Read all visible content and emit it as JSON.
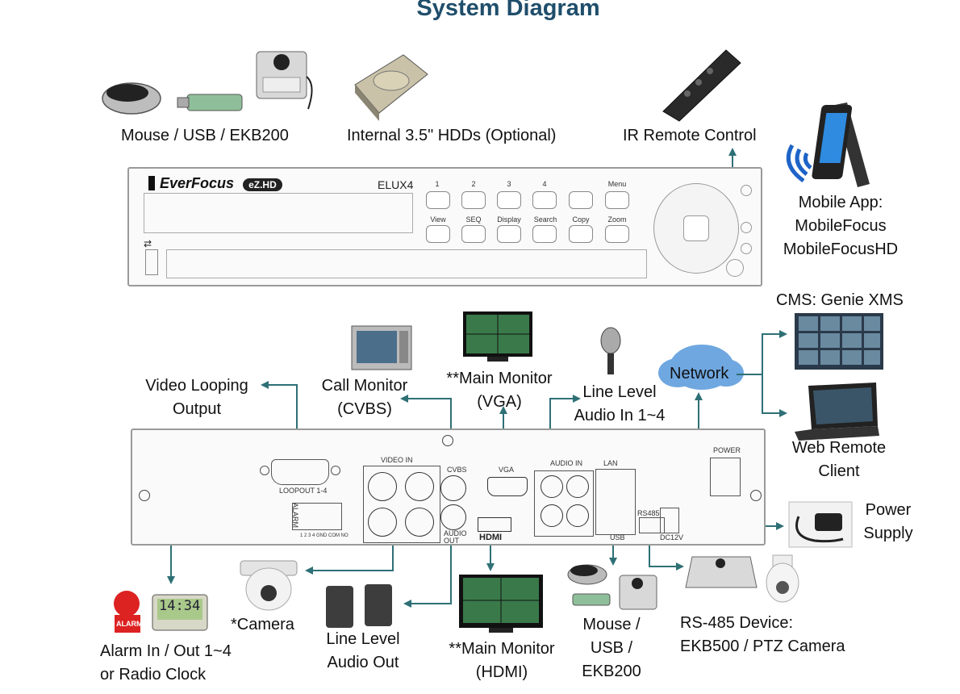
{
  "title": "System Diagram",
  "front_panel": {
    "brand": "EverFocus",
    "brand_badge": "eZ.HD",
    "model": "ELUX4",
    "top_buttons": [
      "1",
      "2",
      "3",
      "4",
      "Menu"
    ],
    "bottom_buttons": [
      "View",
      "SEQ",
      "Display",
      "Search",
      "Copy",
      "Zoom"
    ]
  },
  "rear_panel": {
    "loopout": "LOOPOUT 1-4",
    "video_in": "VIDEO IN",
    "cvbs": "CVBS",
    "vga": "VGA",
    "audio_in": "AUDIO IN",
    "audio_out": "AUDIO OUT",
    "hdmi": "HDMI",
    "lan": "LAN",
    "power": "POWER",
    "rs485": "RS485",
    "dc12v": "DC12V",
    "usb": "USB",
    "alarm": "ALARM",
    "alarm_pins": "1 2 3 4 GND COM NO"
  },
  "labels": {
    "mouse_usb_ekb200_top": "Mouse / USB / EKB200",
    "internal_hdd": "Internal 3.5\" HDDs (Optional)",
    "ir_remote": "IR Remote Control",
    "mobile_app": [
      "Mobile App:",
      "MobileFocus",
      "MobileFocusHD"
    ],
    "cms": "CMS: Genie XMS",
    "network": "Network",
    "web_remote": [
      "Web Remote",
      "Client"
    ],
    "power_supply": [
      "Power",
      "Supply"
    ],
    "video_looping": [
      "Video Looping",
      "Output"
    ],
    "call_monitor": [
      "Call Monitor",
      "(CVBS)"
    ],
    "main_monitor_vga": [
      "**Main Monitor",
      "(VGA)"
    ],
    "line_level_in": [
      "Line Level",
      "Audio In 1~4"
    ],
    "rs485_device": [
      "RS-485 Device:",
      "EKB500 / PTZ Camera"
    ],
    "mouse_usb_ekb200_bottom": [
      "Mouse /",
      "USB /",
      "EKB200"
    ],
    "main_monitor_hdmi": [
      "**Main Monitor",
      "(HDMI)"
    ],
    "line_level_out": [
      "Line Level",
      "Audio Out"
    ],
    "camera": "*Camera",
    "alarm_io": [
      "Alarm In / Out 1~4",
      "or Radio Clock"
    ]
  },
  "device_text": {
    "alarm_clock_display": "14:34",
    "alarm_bell_text": "ALARM"
  }
}
